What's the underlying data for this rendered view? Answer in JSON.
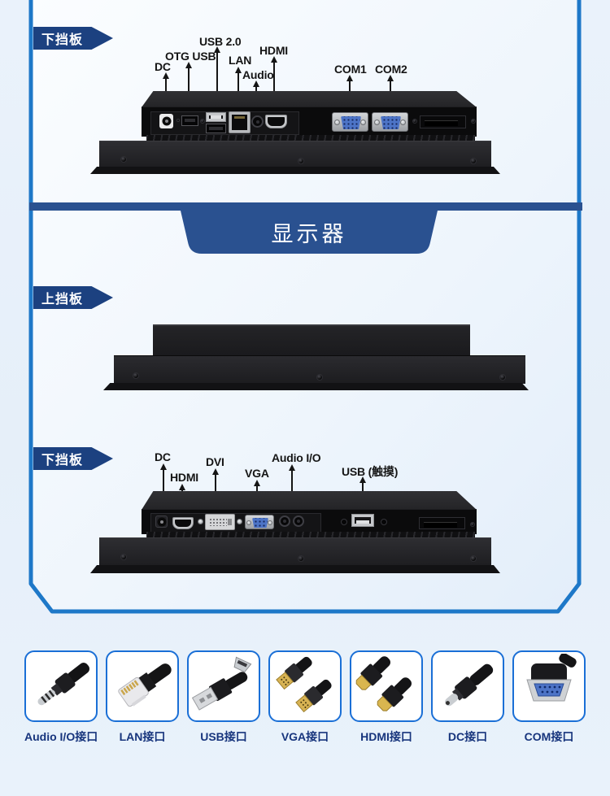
{
  "page": {
    "accent_blue": "#1e78c8",
    "flag_navy": "#1c4180",
    "divider_navy": "#2a5190",
    "background": "#eaf2fb"
  },
  "divider": {
    "title": "显示器"
  },
  "sections": {
    "s1": {
      "tag": "下挡板",
      "ports": [
        "DC",
        "OTG USB",
        "USB 2.0",
        "LAN",
        "Audio",
        "HDMI",
        "COM1",
        "COM2"
      ]
    },
    "s2": {
      "tag": "上挡板"
    },
    "s3": {
      "tag": "下挡板",
      "ports": [
        "DC",
        "HDMI",
        "DVI",
        "VGA",
        "Audio I/O",
        "USB (触摸)"
      ]
    }
  },
  "cards": [
    {
      "label": "Audio I/O接口",
      "icon": "audio-jack-icon"
    },
    {
      "label": "LAN接口",
      "icon": "rj45-icon"
    },
    {
      "label": "USB接口",
      "icon": "usb-plug-icon"
    },
    {
      "label": "VGA接口",
      "icon": "vga-plug-icon"
    },
    {
      "label": "HDMI接口",
      "icon": "hdmi-plug-icon"
    },
    {
      "label": "DC接口",
      "icon": "dc-plug-icon"
    },
    {
      "label": "COM接口",
      "icon": "db9-icon"
    }
  ]
}
